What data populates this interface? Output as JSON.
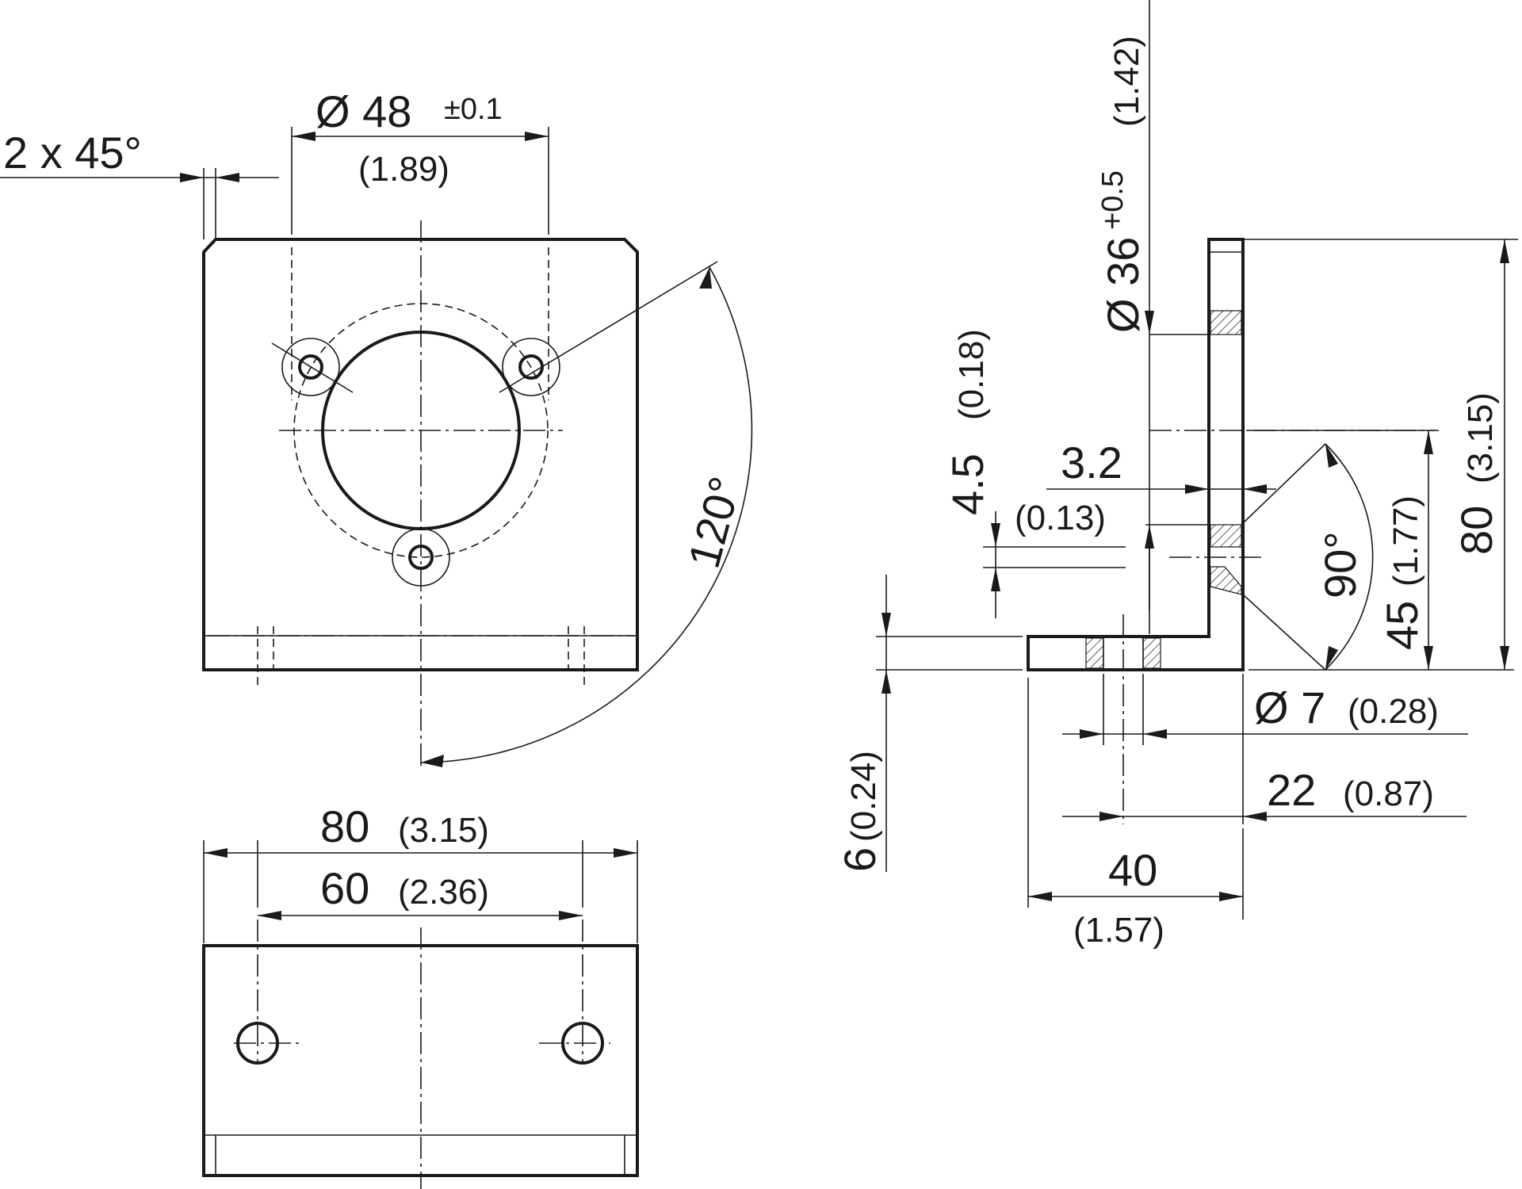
{
  "drawing": {
    "chamfer": "2 x 45°",
    "bore_dia": "Ø 48",
    "bore_dia_tol": "±0.1",
    "bore_dia_inch": "(1.89)",
    "angle_hole_pattern": "120°",
    "front_width": "80",
    "front_width_inch": "(3.15)",
    "hole_spacing": "60",
    "hole_spacing_inch": "(2.36)",
    "side_hole_dia": "Ø 36",
    "side_hole_tol": "+0.5",
    "side_hole_inch": "(1.42)",
    "slot_width": "4.5",
    "slot_width_inch": "(0.18)",
    "wall_thickness": "3.2",
    "wall_thickness_inch": "(0.13)",
    "countersink_angle": "90°",
    "hole_height": "45",
    "hole_height_inch": "(1.77)",
    "total_height": "80",
    "total_height_inch": "(3.15)",
    "plate_thickness": "6",
    "plate_thickness_inch": "(0.24)",
    "mount_hole_dia": "Ø 7",
    "mount_hole_inch": "(0.28)",
    "mount_hole_offset": "22",
    "mount_hole_offset_inch": "(0.87)",
    "base_depth": "40",
    "base_depth_inch": "(1.57)"
  }
}
